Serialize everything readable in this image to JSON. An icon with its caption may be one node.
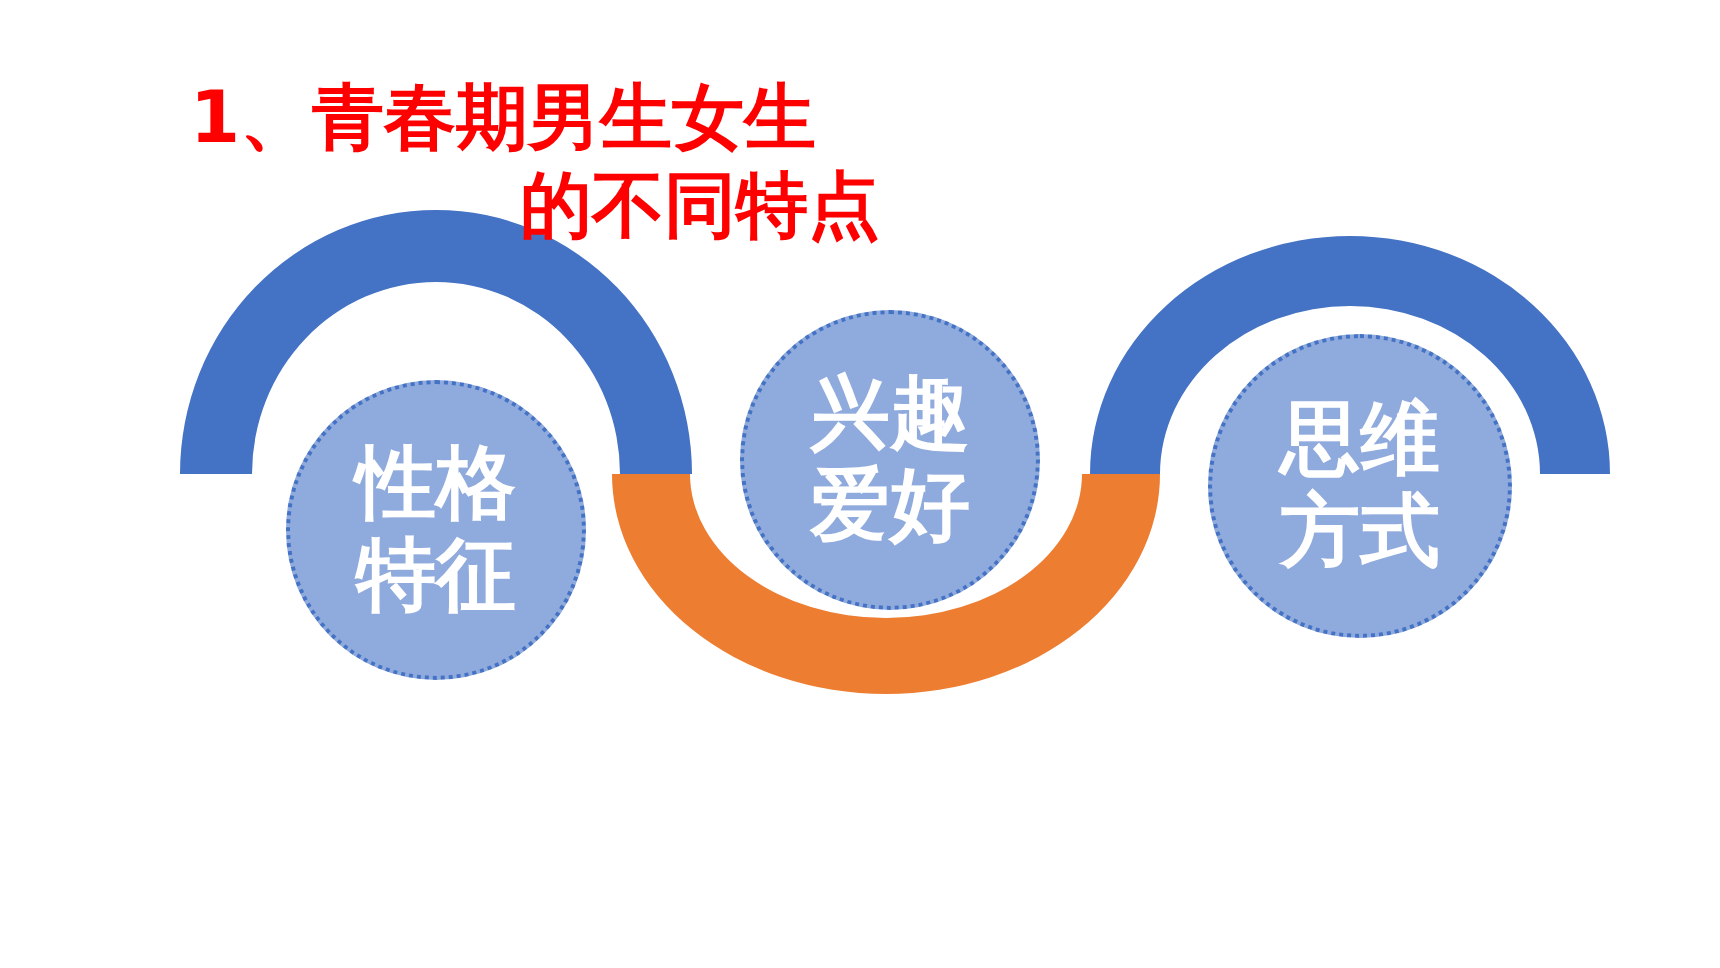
{
  "diagram": {
    "title": "1、青春期男生女生的不同特点",
    "nodes": [
      {
        "text": [
          "性格特征"
        ]
      },
      {
        "text": [
          "兴趣爱好"
        ]
      },
      {
        "text": [
          "思维方式"
        ]
      }
    ]
  }
}
